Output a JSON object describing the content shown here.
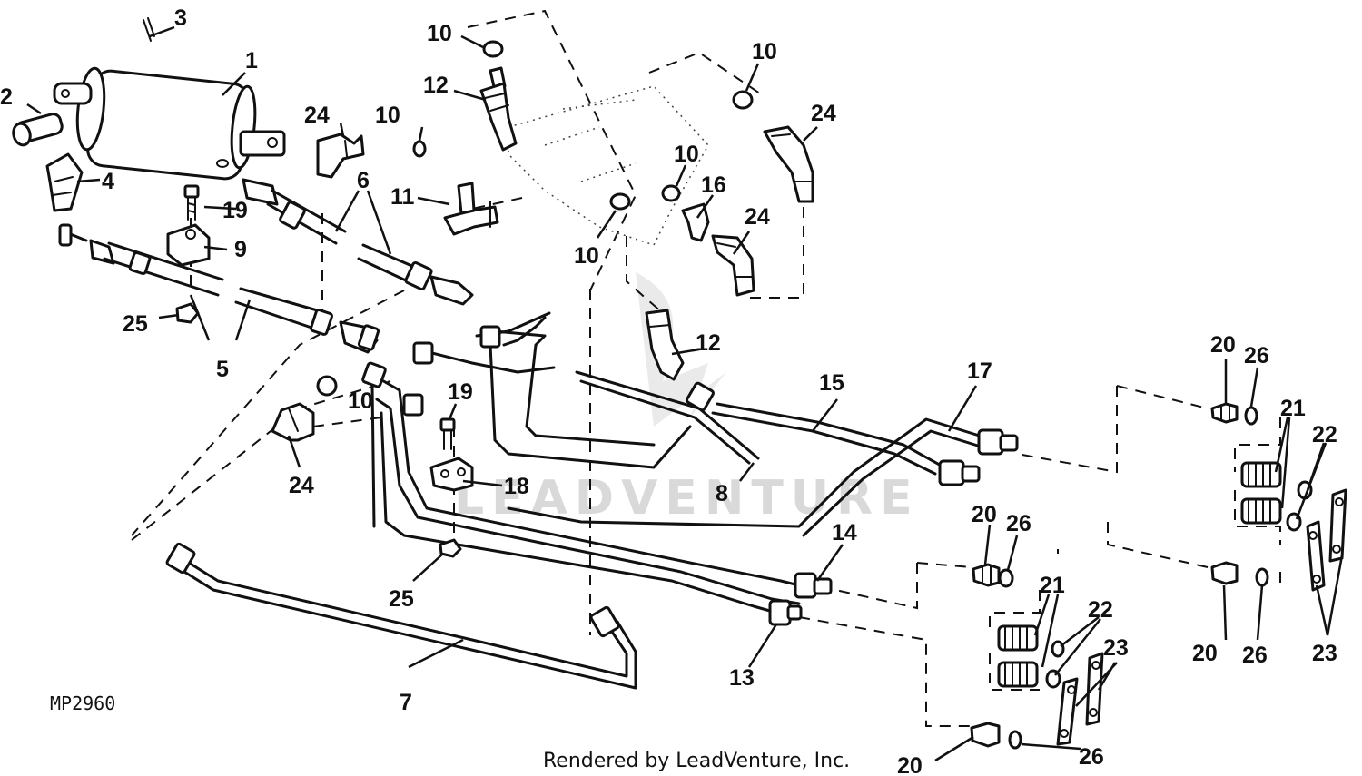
{
  "diagram": {
    "figure_code": "MP2960",
    "credit": "Rendered by LeadVenture, Inc.",
    "watermark": "LEADVENTURE",
    "callouts": {
      "c1": "1",
      "c2": "2",
      "c3": "3",
      "c4": "4",
      "c5": "5",
      "c6": "6",
      "c7": "7",
      "c8": "8",
      "c9": "9",
      "c10a": "10",
      "c10b": "10",
      "c10c": "10",
      "c10d": "10",
      "c10e": "10",
      "c10f": "10",
      "c11": "11",
      "c12a": "12",
      "c12b": "12",
      "c13": "13",
      "c14": "14",
      "c15": "15",
      "c16": "16",
      "c17": "17",
      "c18": "18",
      "c19a": "19",
      "c19b": "19",
      "c20a": "20",
      "c20b": "20",
      "c20c": "20",
      "c20d": "20",
      "c21a": "21",
      "c21b": "21",
      "c22a": "22",
      "c22b": "22",
      "c23a": "23",
      "c23b": "23",
      "c24a": "24",
      "c24b": "24",
      "c24c": "24",
      "c24d": "24",
      "c25a": "25",
      "c25b": "25",
      "c26a": "26",
      "c26b": "26",
      "c26c": "26",
      "c26d": "26"
    }
  }
}
